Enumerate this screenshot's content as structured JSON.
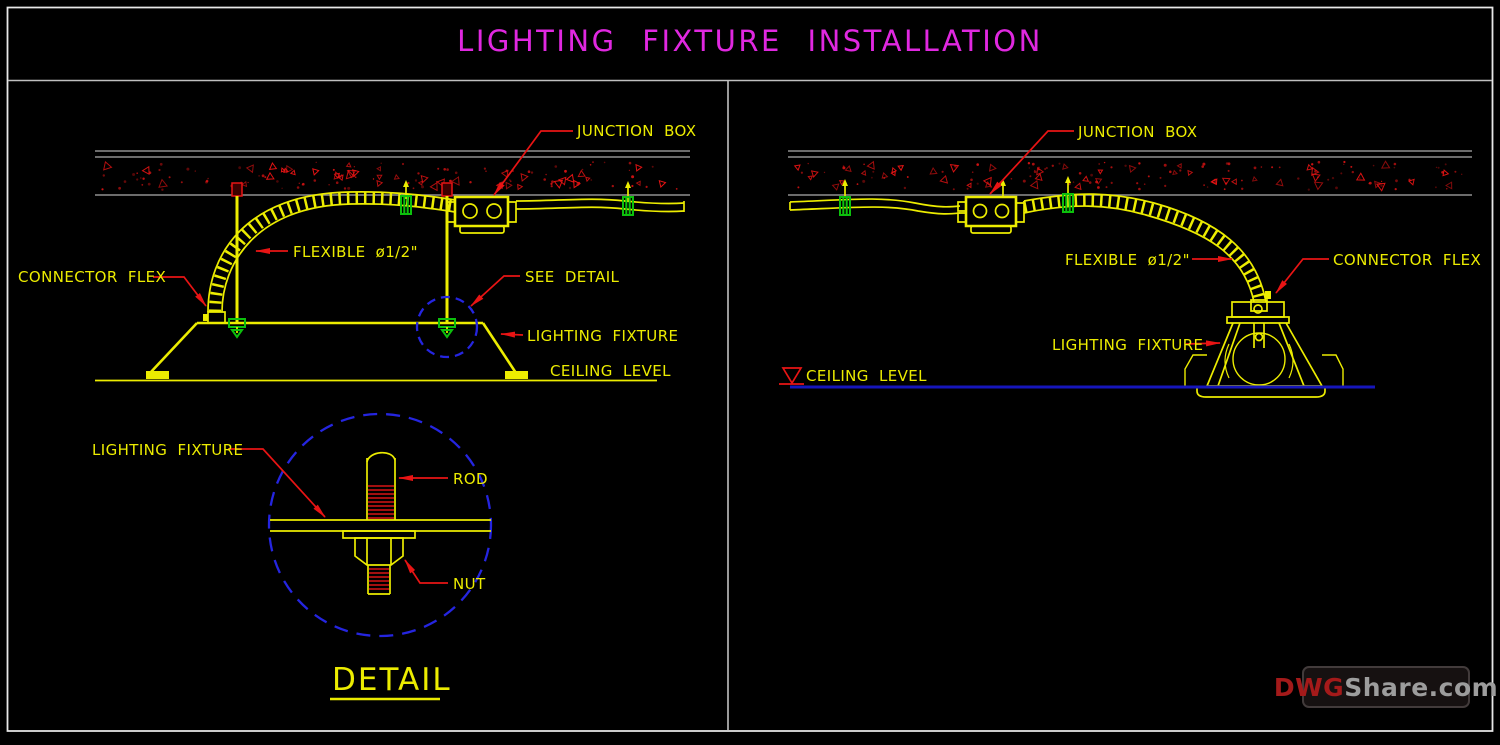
{
  "title": "LIGHTING  FIXTURE  INSTALLATION",
  "colors": {
    "background": "#000000",
    "frame": "#e8e8e8",
    "divider": "#c0c0c0",
    "yellow": "#ecec00",
    "red": "#e81414",
    "thread_red": "#d81414",
    "green": "#0cc00c",
    "magenta": "#e028e0",
    "blue_dash": "#2525e0",
    "blue_ceiling": "#1616bb",
    "slab_gray": "#8f8f8f"
  },
  "left_panel": {
    "labels": {
      "junction_box": "JUNCTION BOX",
      "flexible": "FLEXIBLE ø1/2\"",
      "connector_flex": "CONNECTOR FLEX",
      "see_detail": "SEE DETAIL",
      "lighting_fixture": "LIGHTING FIXTURE",
      "ceiling_level": "CEILING LEVEL"
    }
  },
  "detail_view": {
    "labels": {
      "lighting_fixture": "LIGHTING FIXTURE",
      "rod": "ROD",
      "nut": "NUT"
    },
    "title": "DETAIL"
  },
  "right_panel": {
    "labels": {
      "junction_box": "JUNCTION BOX",
      "flexible": "FLEXIBLE ø1/2\"",
      "connector_flex": "CONNECTOR FLEX",
      "lighting_fixture": "LIGHTING FIXTURE",
      "ceiling_level": "CEILING LEVEL"
    }
  },
  "watermark": {
    "prefix": "DWG",
    "suffix": "Share.com"
  }
}
